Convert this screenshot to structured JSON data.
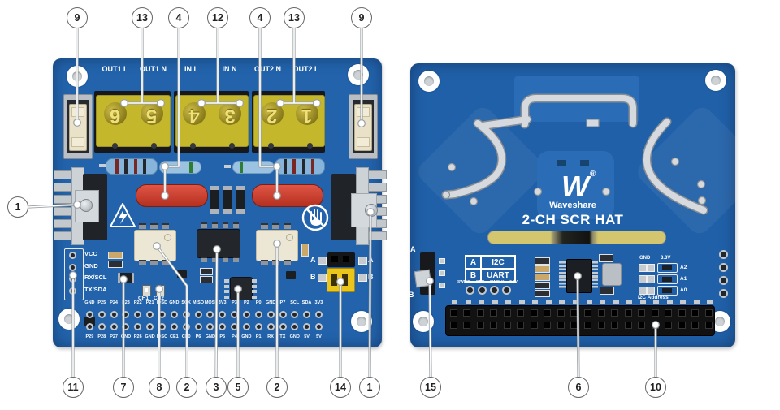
{
  "callouts": [
    {
      "n": "9"
    },
    {
      "n": "13"
    },
    {
      "n": "4"
    },
    {
      "n": "12"
    },
    {
      "n": "4"
    },
    {
      "n": "13"
    },
    {
      "n": "9"
    },
    {
      "n": "1"
    },
    {
      "n": "11"
    },
    {
      "n": "7"
    },
    {
      "n": "8"
    },
    {
      "n": "2"
    },
    {
      "n": "3"
    },
    {
      "n": "5"
    },
    {
      "n": "2"
    },
    {
      "n": "14"
    },
    {
      "n": "1"
    },
    {
      "n": "15"
    },
    {
      "n": "6"
    },
    {
      "n": "10"
    }
  ],
  "left_board": {
    "terminal_labels": [
      "OUT1 L",
      "OUT1 N",
      "IN L",
      "IN N",
      "OUT2 N",
      "OUT2 L"
    ],
    "terminal_numbers": [
      "6",
      "5",
      "4",
      "3",
      "2",
      "1"
    ],
    "breakout_labels": [
      "VCC",
      "GND",
      "RX/SCL",
      "TX/SDA"
    ],
    "led_labels": [
      "CH1",
      "CH2"
    ],
    "jumper_rows_left": [
      "A",
      "B"
    ],
    "jumper_rows_right": [
      "A",
      "B"
    ],
    "gpio_top": [
      "GND",
      "P25",
      "P24",
      "P23",
      "P22",
      "P21",
      "IDSD",
      "GND",
      "SCK",
      "MISO",
      "MOSI",
      "3V3",
      "P3",
      "P2",
      "P0",
      "GND",
      "P7",
      "SCL",
      "SDA",
      "3V3"
    ],
    "gpio_bottom": [
      "P29",
      "P28",
      "P27",
      "GND",
      "P26",
      "GND",
      "IDSC",
      "CE1",
      "CE0",
      "P6",
      "GND",
      "P5",
      "P4",
      "GND",
      "P1",
      "RX",
      "TX",
      "GND",
      "5V",
      "5V"
    ]
  },
  "right_board": {
    "brand": "Waveshare",
    "logo_letter": "W",
    "reg_mark": "®",
    "product_name": "2-CH SCR HAT",
    "switch_labels": [
      "A",
      "B"
    ],
    "mode_table": [
      {
        "key": "A",
        "value": "I2C"
      },
      {
        "key": "B",
        "value": "UART"
      }
    ],
    "debug_labels": [
      "SWDIO",
      "GND",
      "SWCLK",
      "3.3V"
    ],
    "i2c_address": {
      "columns": [
        "GND",
        "3.3V"
      ],
      "rows": [
        "A2",
        "A1",
        "A0"
      ],
      "caption": "I2C Address"
    }
  },
  "icons": {
    "warning": "lightning-triangle",
    "no_touch": "hand-prohibited-circle"
  },
  "colors": {
    "pcb_blue": "#2263ac",
    "terminal_cover_yellow": "#d5c62c",
    "capacitor_red": "#c73b2b",
    "resistor_blue": "#86b4da",
    "jumper_cap_yellow": "#eac61d",
    "silkscreen_white": "#ffffff"
  }
}
